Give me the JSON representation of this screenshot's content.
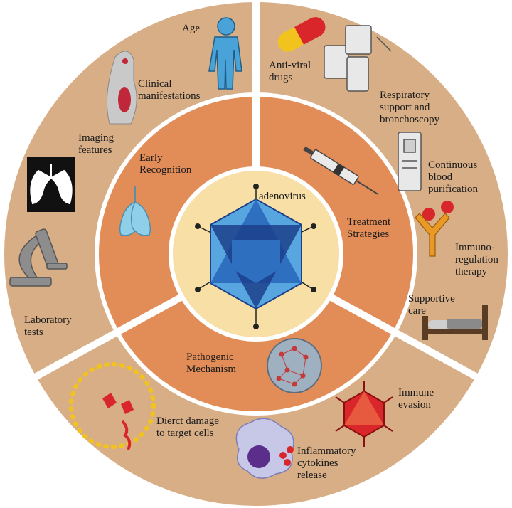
{
  "center": {
    "label": "adenovirus"
  },
  "sections": {
    "early_recognition": {
      "title": "Early\nRecognition",
      "items": {
        "age": "Age",
        "clinical": "Clinical\nmanifestations",
        "imaging": "Imaging\nfeatures",
        "laboratory": "Laboratory\ntests"
      }
    },
    "treatment": {
      "title": "Treatment\nStrategies",
      "items": {
        "antiviral": "Anti-viral\ndrugs",
        "respiratory": "Respiratory\nsupport and\nbronchoscopy",
        "blood": "Continuous\nblood\npurification",
        "immuno": "Immuno-\nregulation\ntherapy",
        "supportive": "Supportive\ncare"
      }
    },
    "pathogenic": {
      "title": "Pathogenic\nMechanism",
      "items": {
        "direct": "Dierct damage\nto target cells",
        "immune": "Immune\nevasion",
        "inflammatory": "Inflammatory\ncytokines\nrelease"
      }
    }
  },
  "colors": {
    "outer_ring": "#d7ae86",
    "inner_ring": "#e28d57",
    "center": "#f7dfa6",
    "center_border": "#ffffff",
    "virus_dark": "#1c3f8a",
    "virus_mid": "#2f6fc0",
    "virus_light": "#58a6e0"
  }
}
